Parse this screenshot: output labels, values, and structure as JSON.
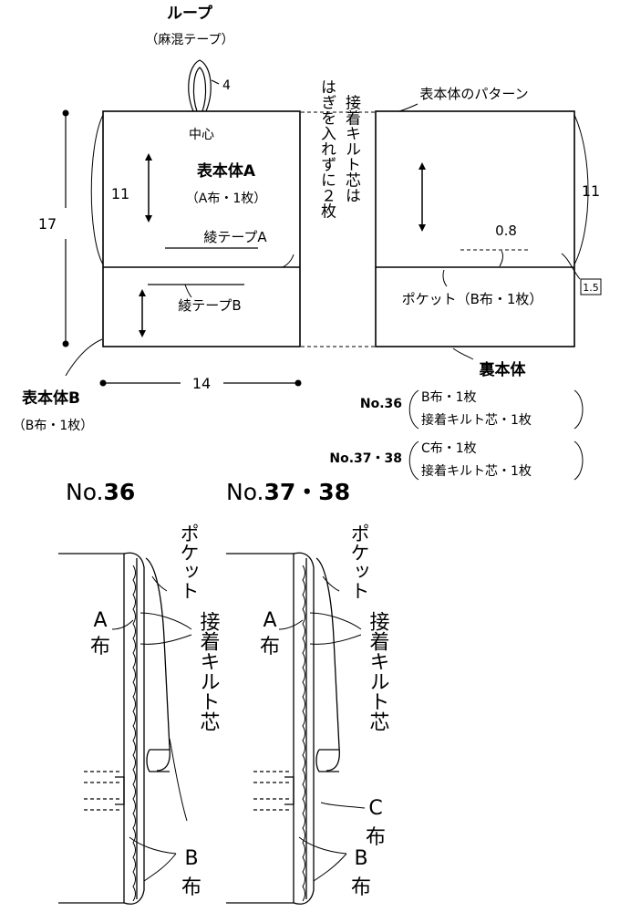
{
  "loop": {
    "title": "ループ",
    "material": "（麻混テープ）",
    "width": "4"
  },
  "front": {
    "center_label": "中心",
    "a_title": "表本体A",
    "a_sub": "（A布・1枚）",
    "dim_a_height": "11",
    "dim_total_height": "17",
    "dim_width": "14",
    "tape_a": "綾テープA",
    "tape_b": "綾テープB",
    "b_title": "表本体B",
    "b_sub": "（B布・1枚）"
  },
  "note": {
    "col1": "接着キルト芯は",
    "col2": "はぎを入れずに２枚"
  },
  "back": {
    "pattern_label": "表本体のパターン",
    "dim_height": "11",
    "dim_pocket_offset": "0.8",
    "dim_pocket_margin": "1.5",
    "pocket_label": "ポケット（B布・1枚）",
    "title": "裏本体",
    "no36_label": "No.36",
    "no36_line1": "B布・1枚",
    "no36_line2": "接着キルト芯・1枚",
    "no3738_label": "No.37・38",
    "no3738_line1": "C布・1枚",
    "no3738_line2": "接着キルト芯・1枚"
  },
  "section36": {
    "title_prefix": "No.",
    "title_num": "36",
    "pocket": "ポケット",
    "a_cloth_1": "A",
    "a_cloth_2": "布",
    "interfacing": "接着キルト芯",
    "b_cloth_1": "B",
    "b_cloth_2": "布"
  },
  "section3738": {
    "title_prefix": "No.",
    "title_num": "37・38",
    "pocket": "ポケット",
    "a_cloth_1": "A",
    "a_cloth_2": "布",
    "interfacing": "接着キルト芯",
    "c_cloth_1": "C",
    "c_cloth_2": "布",
    "b_cloth_1": "B",
    "b_cloth_2": "布"
  }
}
